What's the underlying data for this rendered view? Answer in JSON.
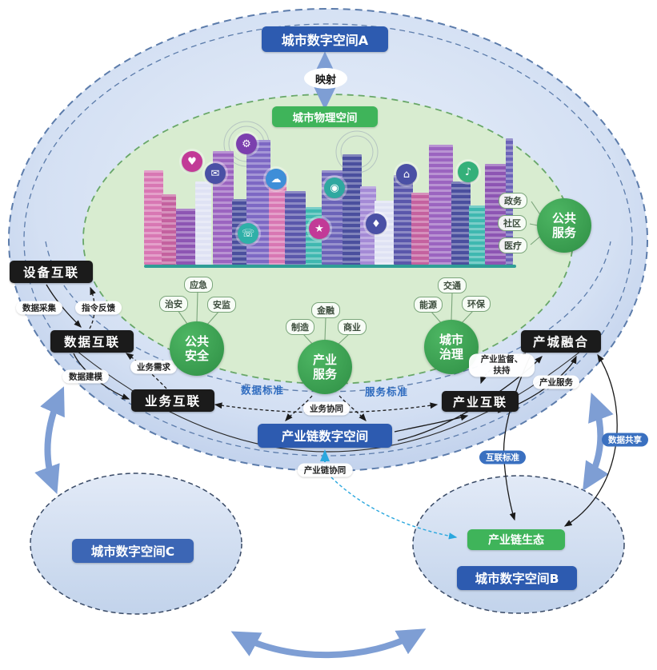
{
  "title_nodes": {
    "space_a": "城市数字空间A",
    "mapping": "映射",
    "physical_space": "城市物理空间",
    "chain_space": "产业链数字空间",
    "chain_eco": "产业链生态",
    "space_b": "城市数字空间B",
    "space_c": "城市数字空间C"
  },
  "link_nodes": {
    "device_link": "设备互联",
    "data_link": "数据互联",
    "business_link": "业务互联",
    "industry_link": "产业互联",
    "industry_city_fusion": "产城融合"
  },
  "circles": {
    "public_service": {
      "line1": "公共",
      "line2": "服务",
      "bubbles": [
        "政务",
        "社区",
        "医疗"
      ]
    },
    "public_safety": {
      "line1": "公共",
      "line2": "安全",
      "bubbles": [
        "应急",
        "治安",
        "安监"
      ]
    },
    "industry_service": {
      "line1": "产业",
      "line2": "服务",
      "bubbles": [
        "金融",
        "制造",
        "商业"
      ]
    },
    "city_governance": {
      "line1": "城市",
      "line2": "治理",
      "bubbles": [
        "交通",
        "能源",
        "环保"
      ]
    }
  },
  "edge_labels": {
    "data_collect": "数据采集",
    "cmd_feedback": "指令反馈",
    "data_model": "数据建模",
    "biz_demand": "业务需求",
    "biz_collab": "业务协同",
    "data_std": "数据标准",
    "svc_std": "服务标准",
    "ind_supervise_l1": "产业监督、",
    "ind_supervise_l2": "扶持",
    "ind_service": "产业服务",
    "chain_collab": "产业链协同",
    "link_std": "互联标准",
    "data_share": "数据共享"
  },
  "colors": {
    "navy": "#2d5bb0",
    "green": "#3fb45a",
    "circle_green": "#3da153",
    "black_node": "#1b1b1b",
    "blue_pill": "#3a70c0",
    "blue_text": "#2e6bbf",
    "big_arrow_blue": "#7e9ed4",
    "cyan_arrow": "#2aa7de",
    "outer_fill": "#cfdcf1",
    "inner_green_fill": "#d8ecd0"
  },
  "city": {
    "icons": [
      {
        "name": "heart-icon",
        "glyph": "♥",
        "color": "#c23a97"
      },
      {
        "name": "chat-icon",
        "glyph": "✉",
        "color": "#4a50a5"
      },
      {
        "name": "cart-icon",
        "glyph": "⚙",
        "color": "#7b3fae"
      },
      {
        "name": "wifi-icon",
        "glyph": "☁",
        "color": "#3e8ed8"
      },
      {
        "name": "phone-icon",
        "glyph": "☏",
        "color": "#2fb0a8"
      },
      {
        "name": "camera-icon",
        "glyph": "◉",
        "color": "#2fa8a0"
      },
      {
        "name": "search-icon",
        "glyph": "★",
        "color": "#c23a97"
      },
      {
        "name": "bed-icon",
        "glyph": "⌂",
        "color": "#4a50a5"
      },
      {
        "name": "pin-icon",
        "glyph": "♦",
        "color": "#4a50a5"
      },
      {
        "name": "leaf-icon",
        "glyph": "♪",
        "color": "#35b07a"
      }
    ]
  }
}
